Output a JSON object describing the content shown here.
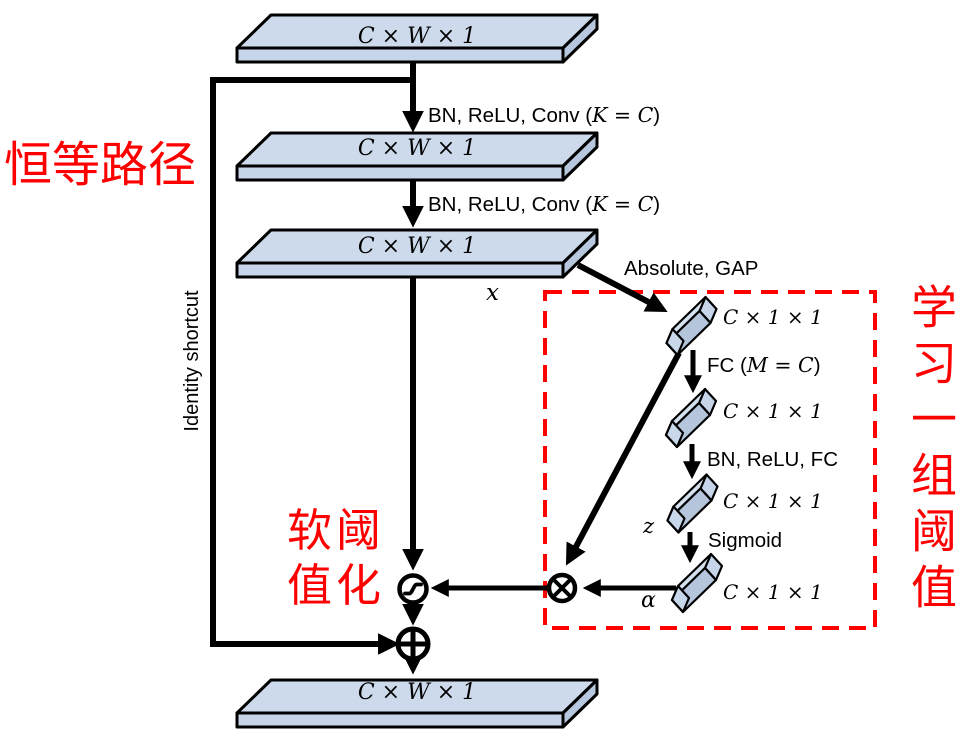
{
  "palette": {
    "slab_fill": "#c6d5e9",
    "slab_top": "#ccdaec",
    "slab_side": "#b7c7dd",
    "outline": "#000000",
    "annotation_red": "#fe0000"
  },
  "tensors": {
    "feature_map_label": "C × W × 1",
    "vector_label": "C × 1 × 1"
  },
  "operations": {
    "conv_prefix": "BN, ReLU, Conv (",
    "conv_math": "K = C",
    "conv_suffix": ")",
    "absolute_gap": "Absolute, GAP",
    "fc_prefix": "FC (",
    "fc_math": "M = C",
    "fc_suffix": ")",
    "bn_relu_fc": "BN, ReLU, FC",
    "sigmoid": "Sigmoid"
  },
  "variables": {
    "x": "x",
    "z": "z",
    "alpha": "α"
  },
  "shortcut": {
    "identity_label": "Identity shortcut"
  },
  "annotations_cn": {
    "identity_path": "恒等路径",
    "soft_threshold_line1": "软阈",
    "soft_threshold_line2": "值化",
    "learn_thresholds": "学习一组阈值"
  }
}
